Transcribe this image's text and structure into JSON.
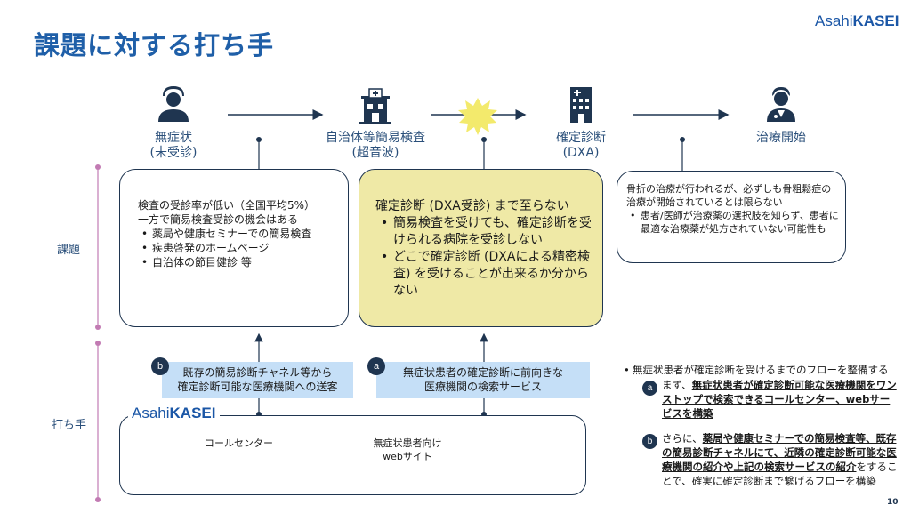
{
  "slide": {
    "title": "課題に対する打ち手",
    "logo_part1": "Asahi",
    "logo_part2": "KASEI",
    "page_number": "10"
  },
  "flow": {
    "stages": [
      {
        "label_line1": "無症状",
        "label_line2": "(未受診)",
        "icon": "person-icon"
      },
      {
        "label_line1": "自治体等簡易検査",
        "label_line2": "(超音波)",
        "icon": "clinic-building-icon"
      },
      {
        "label_line1": "確定診断",
        "label_line2": "(DXA)",
        "icon": "hospital-building-icon"
      },
      {
        "label_line1": "治療開始",
        "label_line2": "",
        "icon": "doctor-icon"
      }
    ]
  },
  "rows": {
    "issues_label": "課題",
    "measures_label": "打ち手"
  },
  "issues": {
    "box1": {
      "line1": "検査の受診率が低い（全国平均5%）",
      "line2": "一方で簡易検査受診の機会はある",
      "bullets": [
        "薬局や健康セミナーでの簡易検査",
        "疾患啓発のホームページ",
        "自治体の節目健診 等"
      ]
    },
    "box2": {
      "heading": "確定診断 (DXA受診) まで至らない",
      "bullets": [
        "簡易検査を受けても、確定診断を受けられる病院を受診しない",
        "どこで確定診断 (DXAによる精密検査) を受けることが出来るか分からない"
      ]
    },
    "box3": {
      "line1": "骨折の治療が行われるが、必ずしも骨粗鬆症の治療が開始されているとは限らない",
      "bullets": [
        "患者/医師が治療薬の選択肢を知らず、患者に最適な治療薬が処方されていない可能性も"
      ]
    }
  },
  "measures": {
    "channel_b": {
      "badge": "b",
      "line1": "既存の簡易診断チャネル等から",
      "line2": "確定診断可能な医療機関への送客"
    },
    "channel_a": {
      "badge": "a",
      "line1": "無症状患者の確定診断に前向きな",
      "line2": "医療機関の検索サービス"
    },
    "company_logo_part1": "Asahi",
    "company_logo_part2": "KASEI",
    "call_center_label": "コールセンター",
    "web_label_line1": "無症状患者向け",
    "web_label_line2": "webサイト"
  },
  "right_panel": {
    "intro": "無症状患者が確定診断を受けるまでのフローを整備する",
    "item_a": {
      "badge": "a",
      "prefix": "まず、",
      "bold": "無症状患者が確定診断可能な医療機関をワンストップで検索できるコールセンター、webサービスを構築"
    },
    "item_b": {
      "badge": "b",
      "prefix": "さらに、",
      "bold": "薬局や健康セミナーでの簡易検査等、既存の簡易診断チャネルにて、近隣の確定診断可能な医療機関の紹介や上記の検索サービスの紹介",
      "suffix": "をすることで、確実に確定診断まで繋げるフローを構築"
    }
  },
  "colors": {
    "title_blue": "#1f5fa8",
    "navy": "#1f3550",
    "highlight_yellow": "#efe9a6",
    "channel_blue": "#c5dff7",
    "timeline_pink": "#c27bb3",
    "burst_yellow": "#f3ea6c"
  }
}
